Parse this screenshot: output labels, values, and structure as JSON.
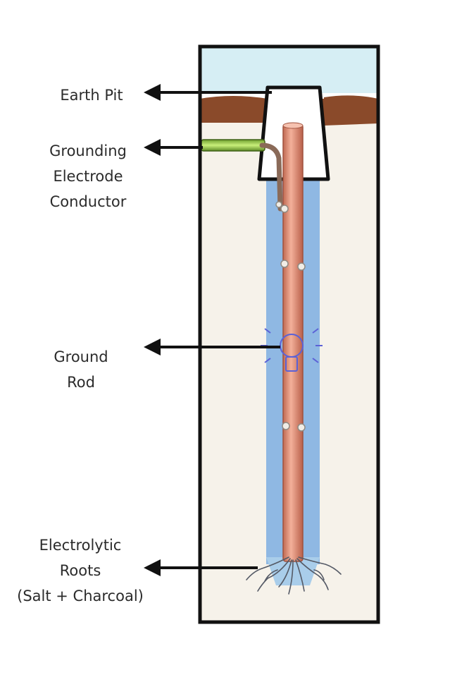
{
  "labels": {
    "earth_pit": "Earth Pit",
    "gec_line1": "Grounding",
    "gec_line2": "Electrode",
    "gec_line3": "Conductor",
    "ground_rod_line1": "Ground",
    "ground_rod_line2": "Rod",
    "roots_line1": "Electrolytic",
    "roots_line2": "Roots",
    "roots_line3": "(Salt + Charcoal)"
  },
  "colors": {
    "sky": "#d6eef4",
    "soil": "#f6f2ea",
    "topsoil": "#8a4a2a",
    "backfill": "#8fb8e3",
    "rod": "#e2927a",
    "conductor": "#8bc34a",
    "outline": "#111111"
  },
  "icons": [
    "arrow-left-icon",
    "lightbulb-icon",
    "roots-icon"
  ]
}
